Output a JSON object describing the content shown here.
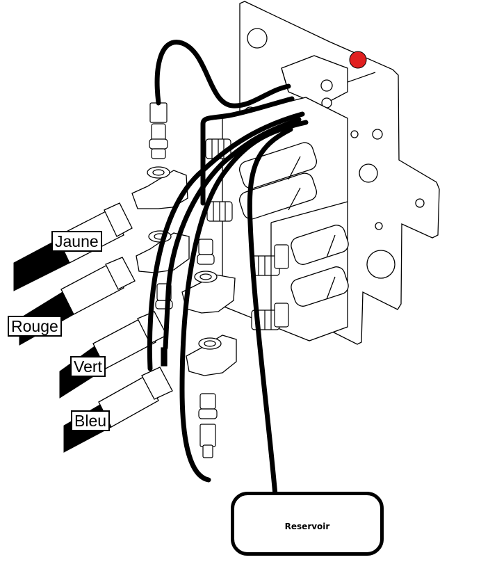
{
  "labels": {
    "jaune": "Jaune",
    "rouge": "Rouge",
    "vert": "Vert",
    "bleu": "Bleu",
    "reservoir": "Reservoir"
  },
  "colors": {
    "line": "#000000",
    "plug": "#e02020",
    "background": "#ffffff"
  }
}
